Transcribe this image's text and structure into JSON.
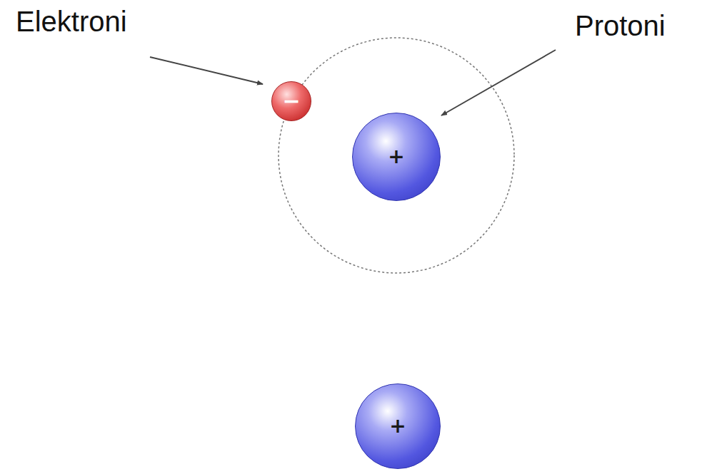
{
  "diagram": {
    "nodes": [
      {
        "text": [
          "−"
        ]
      },
      {
        "text": [
          "+"
        ]
      },
      {
        "text": [
          "+"
        ]
      }
    ],
    "labels": [
      "Elektroni",
      "Protoni"
    ]
  }
}
